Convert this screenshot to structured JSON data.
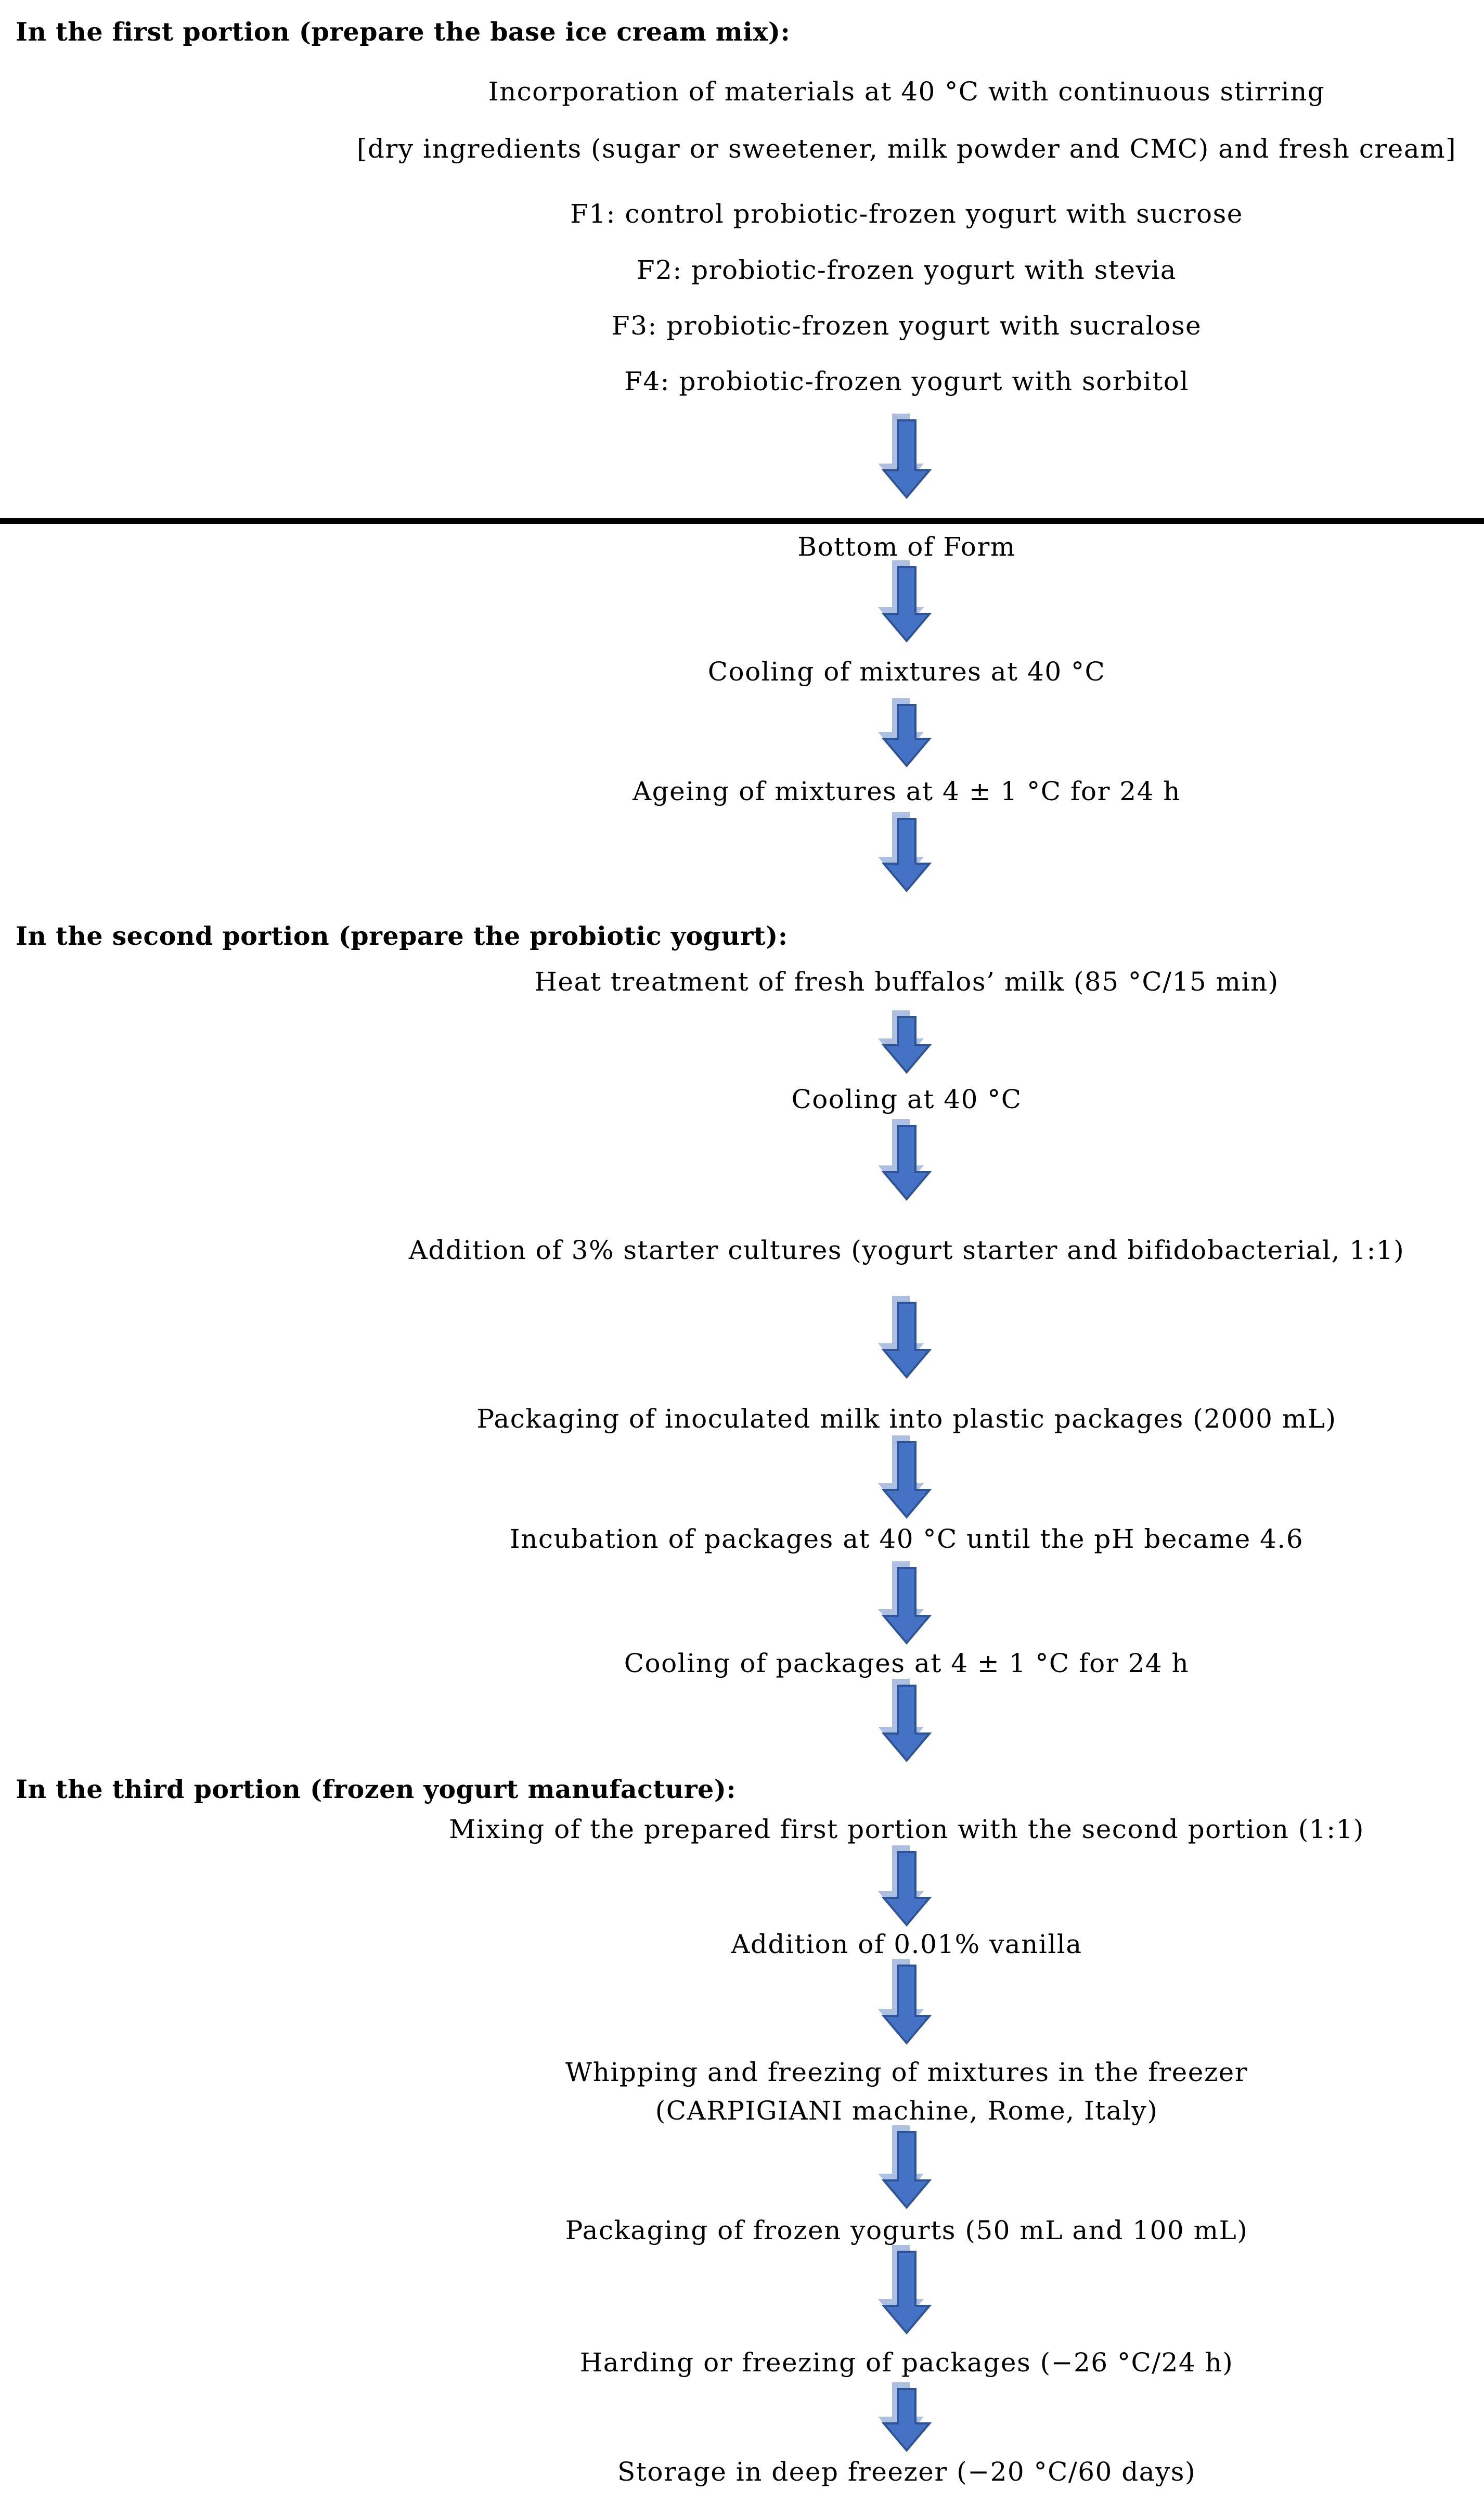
{
  "figure": {
    "type": "flowchart",
    "colors": {
      "background": "#FFFFFF",
      "text": "#000000",
      "divider": "#000000",
      "arrow_fill": "#4472C4",
      "arrow_border": "#2F5496",
      "arrow_shadow": "#AEC0E2"
    },
    "icons": {
      "arrow": "down-arrow-icon",
      "divider": "horizontal-rule"
    }
  },
  "flow": [
    {
      "kind": "heading",
      "text": "In the first portion (prepare the base ice cream mix):"
    },
    {
      "kind": "step",
      "text": "Incorporation of materials at 40 °C with continuous stirring"
    },
    {
      "kind": "step",
      "text": "[dry ingredients (sugar or sweetener, milk powder and CMC) and fresh cream]"
    },
    {
      "kind": "step",
      "text": "F1: control probiotic-frozen yogurt with sucrose"
    },
    {
      "kind": "step",
      "text": "F2: probiotic-frozen yogurt with stevia"
    },
    {
      "kind": "step",
      "text": "F3: probiotic-frozen yogurt with sucralose"
    },
    {
      "kind": "step",
      "text": "F4: probiotic-frozen yogurt with sorbitol"
    },
    {
      "kind": "page-break-label",
      "text": "Bottom of Form"
    },
    {
      "kind": "step",
      "text": "Cooling of mixtures at 40 °C"
    },
    {
      "kind": "step",
      "text": "Ageing of mixtures at 4 ± 1 °C for 24 h"
    },
    {
      "kind": "heading",
      "text": "In the second portion (prepare the probiotic yogurt):"
    },
    {
      "kind": "step",
      "text": "Heat treatment of fresh buffalos’ milk (85 °C/15 min)"
    },
    {
      "kind": "step",
      "text": "Cooling at 40 °C"
    },
    {
      "kind": "step",
      "text": "Addition of 3% starter cultures (yogurt starter and bifidobacterial, 1:1)"
    },
    {
      "kind": "step",
      "text": "Packaging of inoculated milk into plastic packages (2000 mL)"
    },
    {
      "kind": "step",
      "text": "Incubation of packages at 40 °C until the pH became 4.6"
    },
    {
      "kind": "step",
      "text": "Cooling of packages at 4 ± 1 °C for 24 h"
    },
    {
      "kind": "heading",
      "text": "In the third portion (frozen yogurt manufacture):"
    },
    {
      "kind": "step",
      "text": "Mixing of the prepared first portion with the second portion (1:1)"
    },
    {
      "kind": "step",
      "text": "Addition of 0.01% vanilla"
    },
    {
      "kind": "step",
      "text": "Whipping and freezing of mixtures in the freezer"
    },
    {
      "kind": "step",
      "text": "(CARPIGIANI machine, Rome, Italy)"
    },
    {
      "kind": "step",
      "text": "Packaging of frozen yogurts (50 mL and 100 mL)"
    },
    {
      "kind": "step",
      "text": "Harding or freezing of packages (−26 °C/24 h)"
    },
    {
      "kind": "step",
      "text": "Storage in deep freezer (−20 °C/60 days)"
    }
  ]
}
